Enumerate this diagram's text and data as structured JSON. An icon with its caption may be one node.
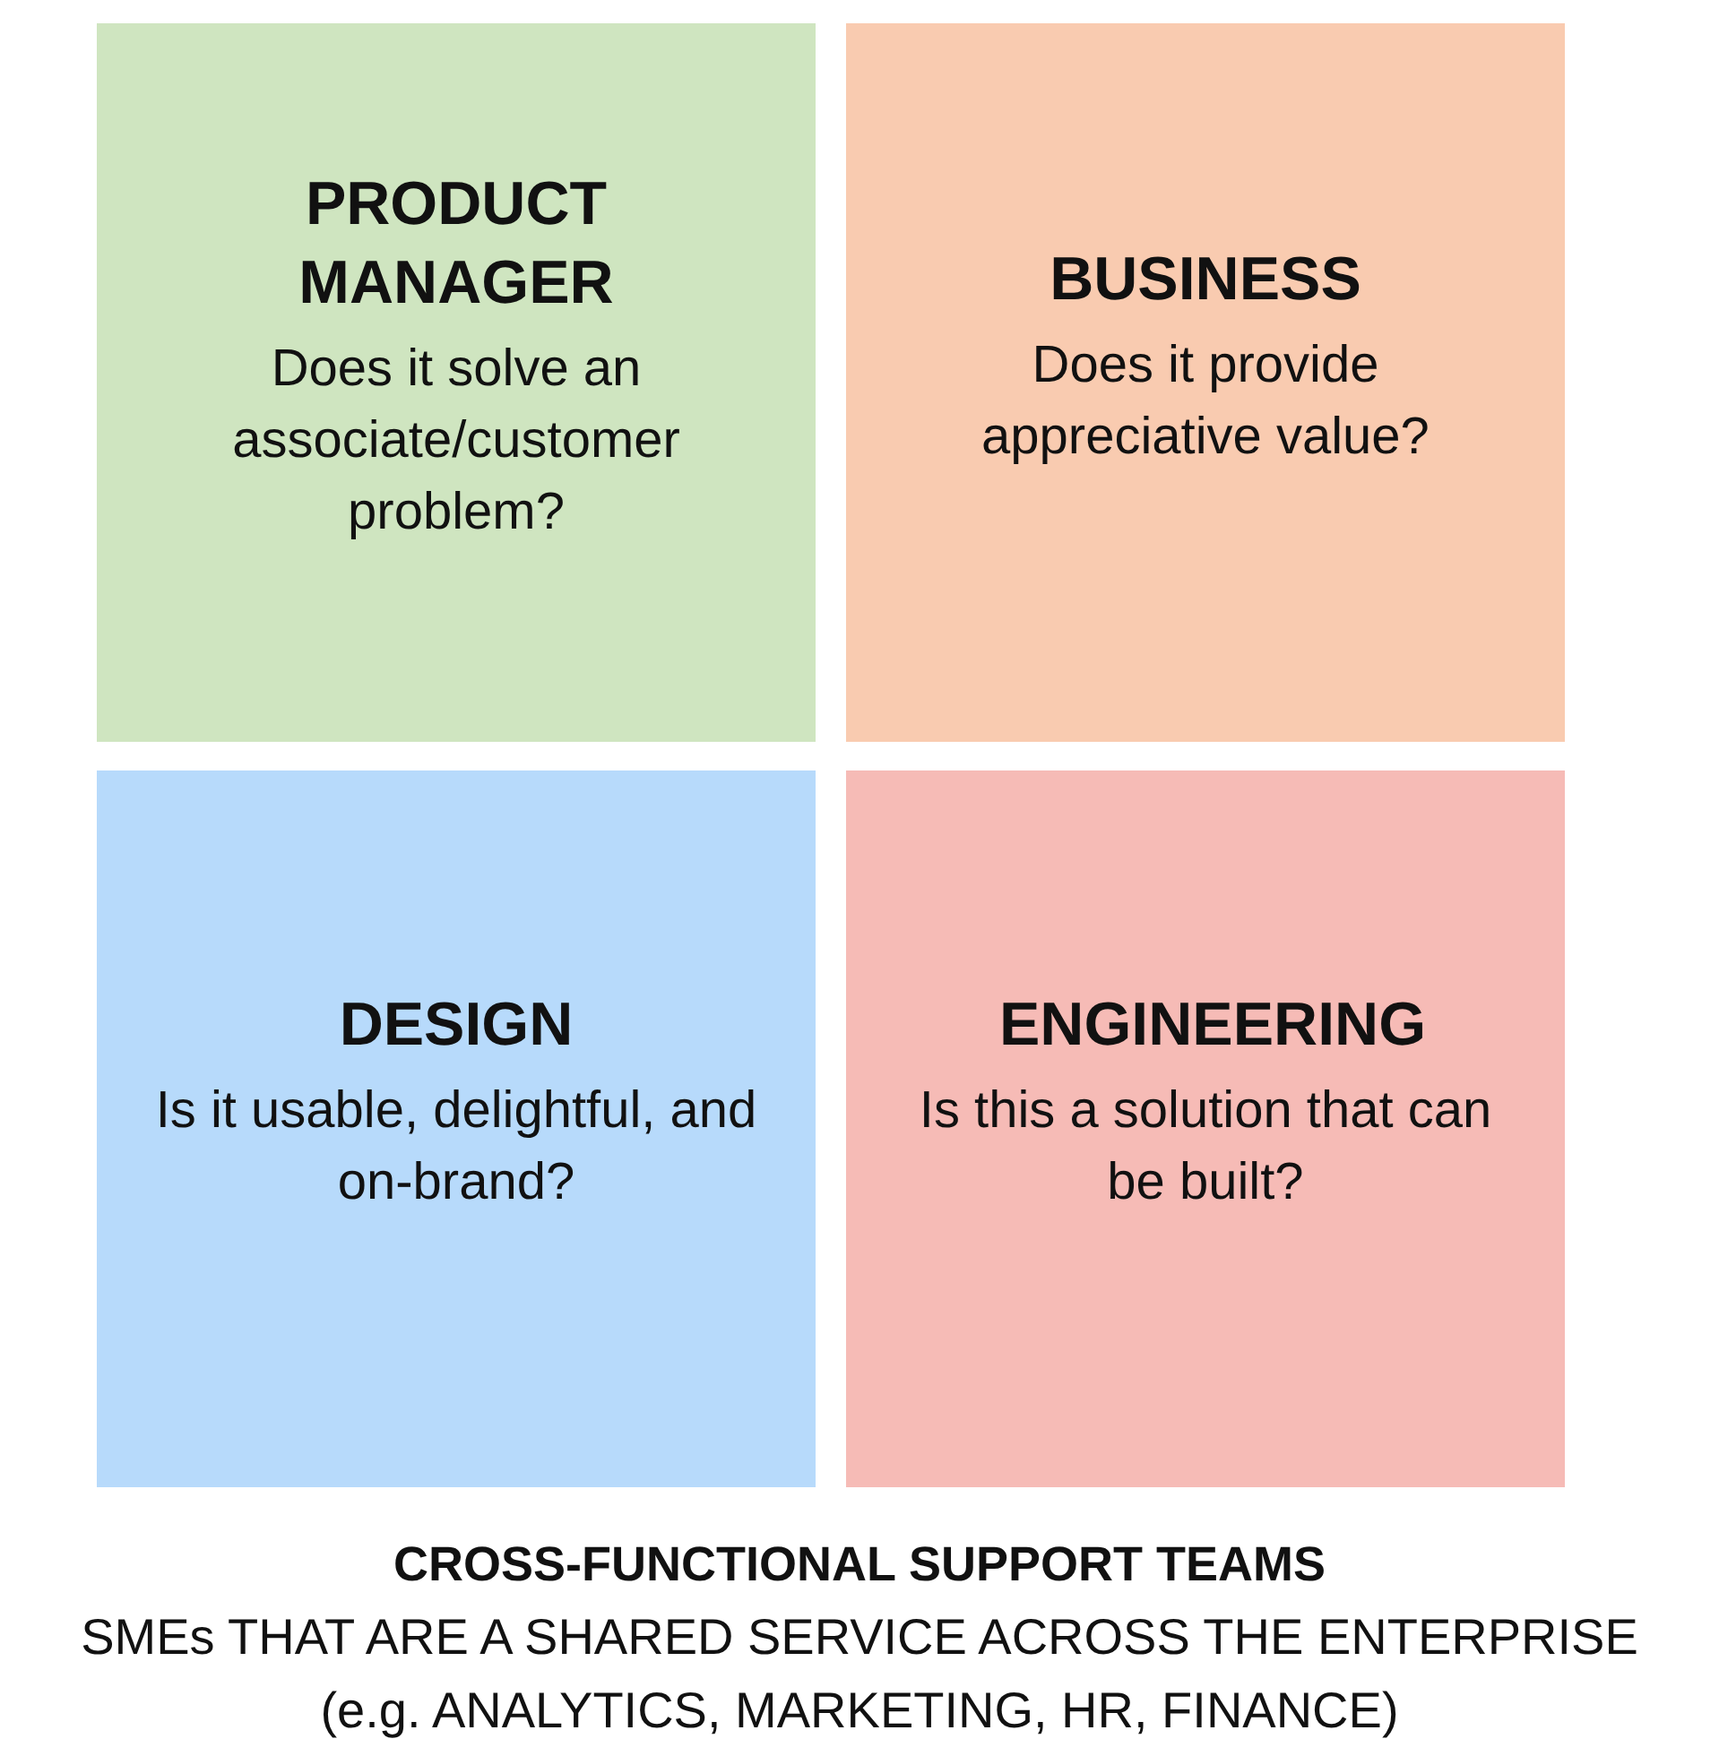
{
  "diagram": {
    "nodes": [
      {
        "text": [
          "PRODUCT MANAGER",
          "Does it solve an associate/customer problem?"
        ]
      },
      {
        "text": [
          "BUSINESS",
          "Does it provide appreciative value?"
        ]
      },
      {
        "text": [
          "DESIGN",
          "Is it usable, delightful, and on-brand?"
        ]
      },
      {
        "text": [
          "ENGINEERING",
          "Is this a solution that can be built?"
        ]
      }
    ],
    "edges": [],
    "labels": [
      "CROSS-FUNCTIONAL SUPPORT TEAMS",
      "SMEs THAT ARE A SHARED SERVICE ACROSS THE ENTERPRISE",
      "(e.g. ANALYTICS, MARKETING, HR, FINANCE)"
    ]
  }
}
